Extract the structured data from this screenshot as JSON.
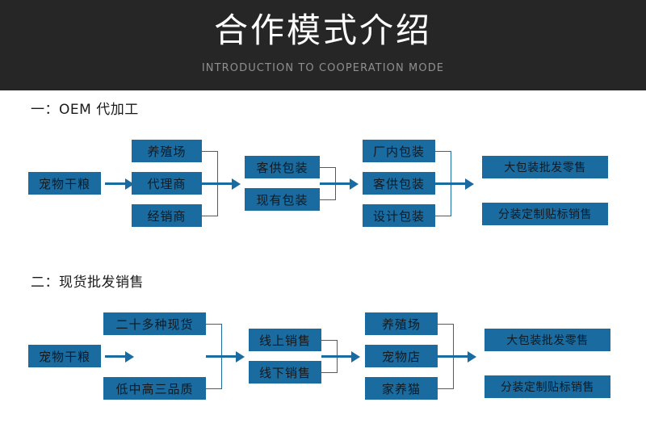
{
  "header": {
    "title": "合作模式介绍",
    "subtitle": "INTRODUCTION TO COOPERATION MODE",
    "background_color": "#262626",
    "title_color": "#ffffff",
    "subtitle_color": "#8f8f8f"
  },
  "theme": {
    "box_fill": "#1a6b9f",
    "box_text_color": "#101a22",
    "connector_color": "#1a6b9f",
    "page_background": "#ffffff"
  },
  "sections": [
    {
      "id": "oem",
      "title": "一：OEM 代加工",
      "columns": [
        {
          "id": "col1",
          "boxes": [
            "宠物干粮"
          ]
        },
        {
          "id": "col2",
          "boxes": [
            "养殖场",
            "代理商",
            "经销商"
          ]
        },
        {
          "id": "col3",
          "boxes": [
            "客供包装",
            "现有包装"
          ]
        },
        {
          "id": "col4",
          "boxes": [
            "厂内包装",
            "客供包装",
            "设计包装"
          ]
        },
        {
          "id": "col5",
          "boxes": [
            "大包装批发零售",
            "分装定制贴标销售"
          ]
        }
      ]
    },
    {
      "id": "stock",
      "title": "二：现货批发销售",
      "columns": [
        {
          "id": "col1",
          "boxes": [
            "宠物干粮"
          ]
        },
        {
          "id": "col2",
          "boxes": [
            "二十多种现货",
            "低中高三品质"
          ]
        },
        {
          "id": "col3",
          "boxes": [
            "线上销售",
            "线下销售"
          ]
        },
        {
          "id": "col4",
          "boxes": [
            "养殖场",
            "宠物店",
            "家养猫"
          ]
        },
        {
          "id": "col5",
          "boxes": [
            "大包装批发零售",
            "分装定制贴标销售"
          ]
        }
      ]
    }
  ]
}
